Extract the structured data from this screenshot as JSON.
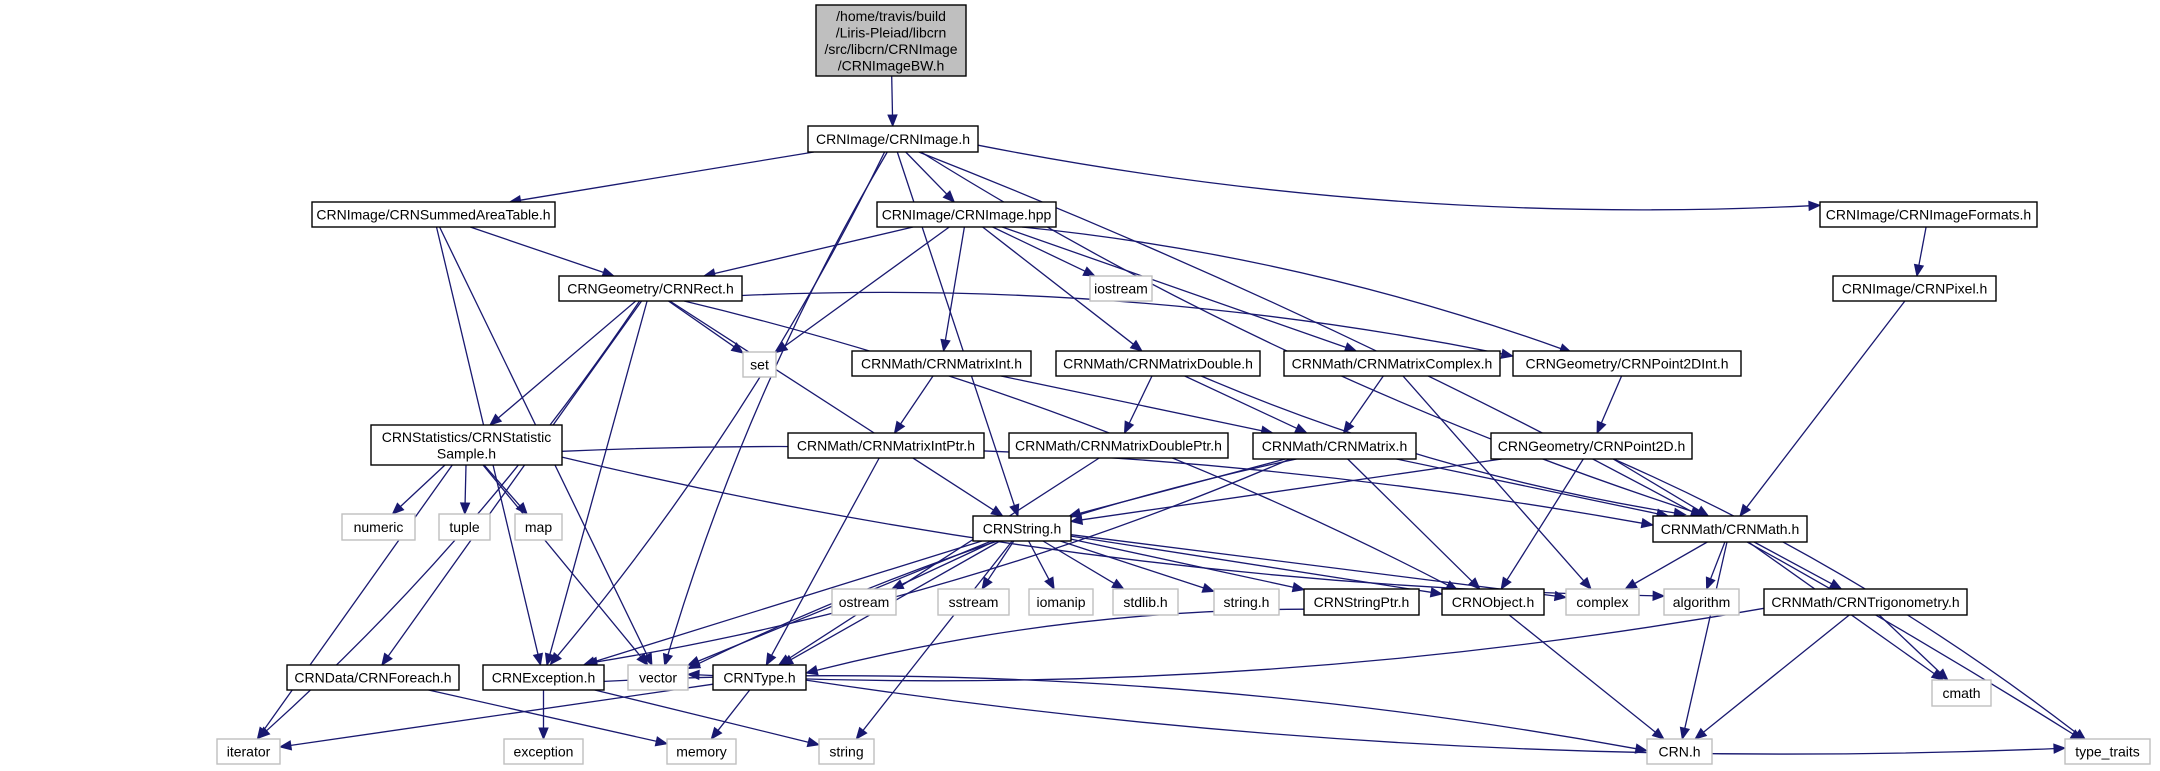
{
  "title": "Include dependency graph for CRNImageBW.h",
  "colors": {
    "edge": "#191970",
    "project_border": "#000000",
    "system_border": "#bfbfbf",
    "root_fill": "#bfbfbf",
    "background": "#ffffff"
  },
  "nodes": [
    {
      "id": "bw",
      "kind": "root",
      "lines": [
        "/home/travis/build",
        "/Liris-Pleiad/libcrn",
        "/src/libcrn/CRNImage",
        "/CRNImageBW.h"
      ]
    },
    {
      "id": "image_h",
      "kind": "project",
      "lines": [
        "CRNImage/CRNImage.h"
      ]
    },
    {
      "id": "sat",
      "kind": "project",
      "lines": [
        "CRNImage/CRNSummedAreaTable.h"
      ]
    },
    {
      "id": "image_hpp",
      "kind": "project",
      "lines": [
        "CRNImage/CRNImage.hpp"
      ]
    },
    {
      "id": "formats",
      "kind": "project",
      "lines": [
        "CRNImage/CRNImageFormats.h"
      ]
    },
    {
      "id": "rect",
      "kind": "project",
      "lines": [
        "CRNGeometry/CRNRect.h"
      ]
    },
    {
      "id": "pixel",
      "kind": "project",
      "lines": [
        "CRNImage/CRNPixel.h"
      ]
    },
    {
      "id": "iostream",
      "kind": "system",
      "lines": [
        "iostream"
      ]
    },
    {
      "id": "set",
      "kind": "system",
      "lines": [
        "set"
      ]
    },
    {
      "id": "mint",
      "kind": "project",
      "lines": [
        "CRNMath/CRNMatrixInt.h"
      ]
    },
    {
      "id": "mdouble",
      "kind": "project",
      "lines": [
        "CRNMath/CRNMatrixDouble.h"
      ]
    },
    {
      "id": "mcomplex",
      "kind": "project",
      "lines": [
        "CRNMath/CRNMatrixComplex.h"
      ]
    },
    {
      "id": "p2dint",
      "kind": "project",
      "lines": [
        "CRNGeometry/CRNPoint2DInt.h"
      ]
    },
    {
      "id": "stat",
      "kind": "project",
      "lines": [
        "CRNStatistics/CRNStatistic",
        "Sample.h"
      ]
    },
    {
      "id": "mintptr",
      "kind": "project",
      "lines": [
        "CRNMath/CRNMatrixIntPtr.h"
      ]
    },
    {
      "id": "mdoubleptr",
      "kind": "project",
      "lines": [
        "CRNMath/CRNMatrixDoublePtr.h"
      ]
    },
    {
      "id": "matrix",
      "kind": "project",
      "lines": [
        "CRNMath/CRNMatrix.h"
      ]
    },
    {
      "id": "p2d",
      "kind": "project",
      "lines": [
        "CRNGeometry/CRNPoint2D.h"
      ]
    },
    {
      "id": "numeric",
      "kind": "system",
      "lines": [
        "numeric"
      ]
    },
    {
      "id": "tuple",
      "kind": "system",
      "lines": [
        "tuple"
      ]
    },
    {
      "id": "map",
      "kind": "system",
      "lines": [
        "map"
      ]
    },
    {
      "id": "string_h",
      "kind": "project",
      "lines": [
        "CRNString.h"
      ]
    },
    {
      "id": "math",
      "kind": "project",
      "lines": [
        "CRNMath/CRNMath.h"
      ]
    },
    {
      "id": "ostream",
      "kind": "system",
      "lines": [
        "ostream"
      ]
    },
    {
      "id": "sstream",
      "kind": "system",
      "lines": [
        "sstream"
      ]
    },
    {
      "id": "iomanip",
      "kind": "system",
      "lines": [
        "iomanip"
      ]
    },
    {
      "id": "stdlib",
      "kind": "system",
      "lines": [
        "stdlib.h"
      ]
    },
    {
      "id": "cstring_h",
      "kind": "system",
      "lines": [
        "string.h"
      ]
    },
    {
      "id": "strptr",
      "kind": "project",
      "lines": [
        "CRNStringPtr.h"
      ]
    },
    {
      "id": "object",
      "kind": "project",
      "lines": [
        "CRNObject.h"
      ]
    },
    {
      "id": "complex",
      "kind": "system",
      "lines": [
        "complex"
      ]
    },
    {
      "id": "algorithm",
      "kind": "system",
      "lines": [
        "algorithm"
      ]
    },
    {
      "id": "trig",
      "kind": "project",
      "lines": [
        "CRNMath/CRNTrigonometry.h"
      ]
    },
    {
      "id": "foreach",
      "kind": "project",
      "lines": [
        "CRNData/CRNForeach.h"
      ]
    },
    {
      "id": "exception_h",
      "kind": "project",
      "lines": [
        "CRNException.h"
      ]
    },
    {
      "id": "vector",
      "kind": "system",
      "lines": [
        "vector"
      ]
    },
    {
      "id": "type",
      "kind": "project",
      "lines": [
        "CRNType.h"
      ]
    },
    {
      "id": "cmath",
      "kind": "system",
      "lines": [
        "cmath"
      ]
    },
    {
      "id": "iterator",
      "kind": "system",
      "lines": [
        "iterator"
      ]
    },
    {
      "id": "exception",
      "kind": "system",
      "lines": [
        "exception"
      ]
    },
    {
      "id": "memory",
      "kind": "system",
      "lines": [
        "memory"
      ]
    },
    {
      "id": "string",
      "kind": "system",
      "lines": [
        "string"
      ]
    },
    {
      "id": "crn",
      "kind": "system",
      "lines": [
        "CRN.h"
      ]
    },
    {
      "id": "type_traits",
      "kind": "system",
      "lines": [
        "type_traits"
      ]
    }
  ],
  "edges": [
    [
      "bw",
      "image_h"
    ],
    [
      "image_h",
      "sat"
    ],
    [
      "image_h",
      "image_hpp"
    ],
    [
      "image_h",
      "formats"
    ],
    [
      "image_h",
      "string_h"
    ],
    [
      "image_h",
      "math"
    ],
    [
      "image_h",
      "type_traits"
    ],
    [
      "image_h",
      "vector"
    ],
    [
      "image_h",
      "exception_h"
    ],
    [
      "sat",
      "rect"
    ],
    [
      "sat",
      "vector"
    ],
    [
      "sat",
      "exception_h"
    ],
    [
      "image_hpp",
      "rect"
    ],
    [
      "image_hpp",
      "set"
    ],
    [
      "image_hpp",
      "iostream"
    ],
    [
      "image_hpp",
      "mint"
    ],
    [
      "image_hpp",
      "mdouble"
    ],
    [
      "image_hpp",
      "mcomplex"
    ],
    [
      "image_hpp",
      "p2dint"
    ],
    [
      "formats",
      "pixel"
    ],
    [
      "pixel",
      "math"
    ],
    [
      "rect",
      "set"
    ],
    [
      "rect",
      "p2dint"
    ],
    [
      "rect",
      "stat"
    ],
    [
      "rect",
      "iterator"
    ],
    [
      "rect",
      "foreach"
    ],
    [
      "rect",
      "exception_h"
    ],
    [
      "rect",
      "string_h"
    ],
    [
      "rect",
      "object"
    ],
    [
      "mint",
      "mintptr"
    ],
    [
      "mint",
      "matrix"
    ],
    [
      "mdouble",
      "mdoubleptr"
    ],
    [
      "mdouble",
      "matrix"
    ],
    [
      "mdouble",
      "math"
    ],
    [
      "mcomplex",
      "matrix"
    ],
    [
      "mcomplex",
      "complex"
    ],
    [
      "p2dint",
      "p2d"
    ],
    [
      "stat",
      "numeric"
    ],
    [
      "stat",
      "tuple"
    ],
    [
      "stat",
      "map"
    ],
    [
      "stat",
      "math"
    ],
    [
      "stat",
      "vector"
    ],
    [
      "stat",
      "iterator"
    ],
    [
      "stat",
      "algorithm"
    ],
    [
      "mintptr",
      "type"
    ],
    [
      "mdoubleptr",
      "type"
    ],
    [
      "matrix",
      "string_h"
    ],
    [
      "matrix",
      "math"
    ],
    [
      "matrix",
      "object"
    ],
    [
      "matrix",
      "vector"
    ],
    [
      "matrix",
      "exception_h"
    ],
    [
      "p2d",
      "string_h"
    ],
    [
      "p2d",
      "math"
    ],
    [
      "p2d",
      "object"
    ],
    [
      "p2d",
      "type_traits"
    ],
    [
      "string_h",
      "ostream"
    ],
    [
      "string_h",
      "sstream"
    ],
    [
      "string_h",
      "iomanip"
    ],
    [
      "string_h",
      "stdlib"
    ],
    [
      "string_h",
      "cstring_h"
    ],
    [
      "string_h",
      "strptr"
    ],
    [
      "string_h",
      "object"
    ],
    [
      "string_h",
      "complex"
    ],
    [
      "string_h",
      "vector"
    ],
    [
      "string_h",
      "exception_h"
    ],
    [
      "string_h",
      "string"
    ],
    [
      "string_h",
      "type"
    ],
    [
      "math",
      "complex"
    ],
    [
      "math",
      "algorithm"
    ],
    [
      "math",
      "trig"
    ],
    [
      "math",
      "cmath"
    ],
    [
      "math",
      "crn"
    ],
    [
      "trig",
      "cmath"
    ],
    [
      "trig",
      "crn"
    ],
    [
      "trig",
      "vector"
    ],
    [
      "strptr",
      "type"
    ],
    [
      "object",
      "crn"
    ],
    [
      "foreach",
      "memory"
    ],
    [
      "exception_h",
      "exception"
    ],
    [
      "exception_h",
      "string"
    ],
    [
      "exception_h",
      "crn"
    ],
    [
      "type",
      "iterator"
    ],
    [
      "type",
      "memory"
    ],
    [
      "type",
      "type_traits"
    ]
  ]
}
